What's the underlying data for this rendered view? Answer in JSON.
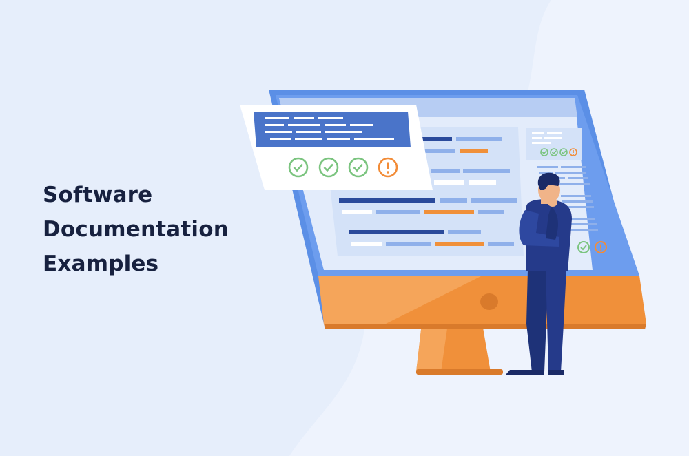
{
  "headline": {
    "line1": "Software",
    "line2": "Documentation",
    "line3": "Examples"
  },
  "icons": {
    "card_status": [
      "check-icon",
      "check-icon",
      "check-icon",
      "warning-icon"
    ],
    "screen_sidebar_status": [
      "check-icon",
      "check-icon",
      "check-icon",
      "warning-icon"
    ],
    "screen_bottom_status": [
      "check-icon",
      "warning-icon"
    ]
  },
  "colors": {
    "background": "#e6eefb",
    "background_blob": "#eef3fd",
    "monitor_frame": "#5b8fe6",
    "monitor_screen": "#e3ecfb",
    "monitor_base": "#f0903a",
    "card_header": "#4a74c9",
    "check_green": "#7bc47f",
    "warning_orange": "#f28c38",
    "figure_navy": "#253a8a",
    "headline_text": "#17213f"
  }
}
